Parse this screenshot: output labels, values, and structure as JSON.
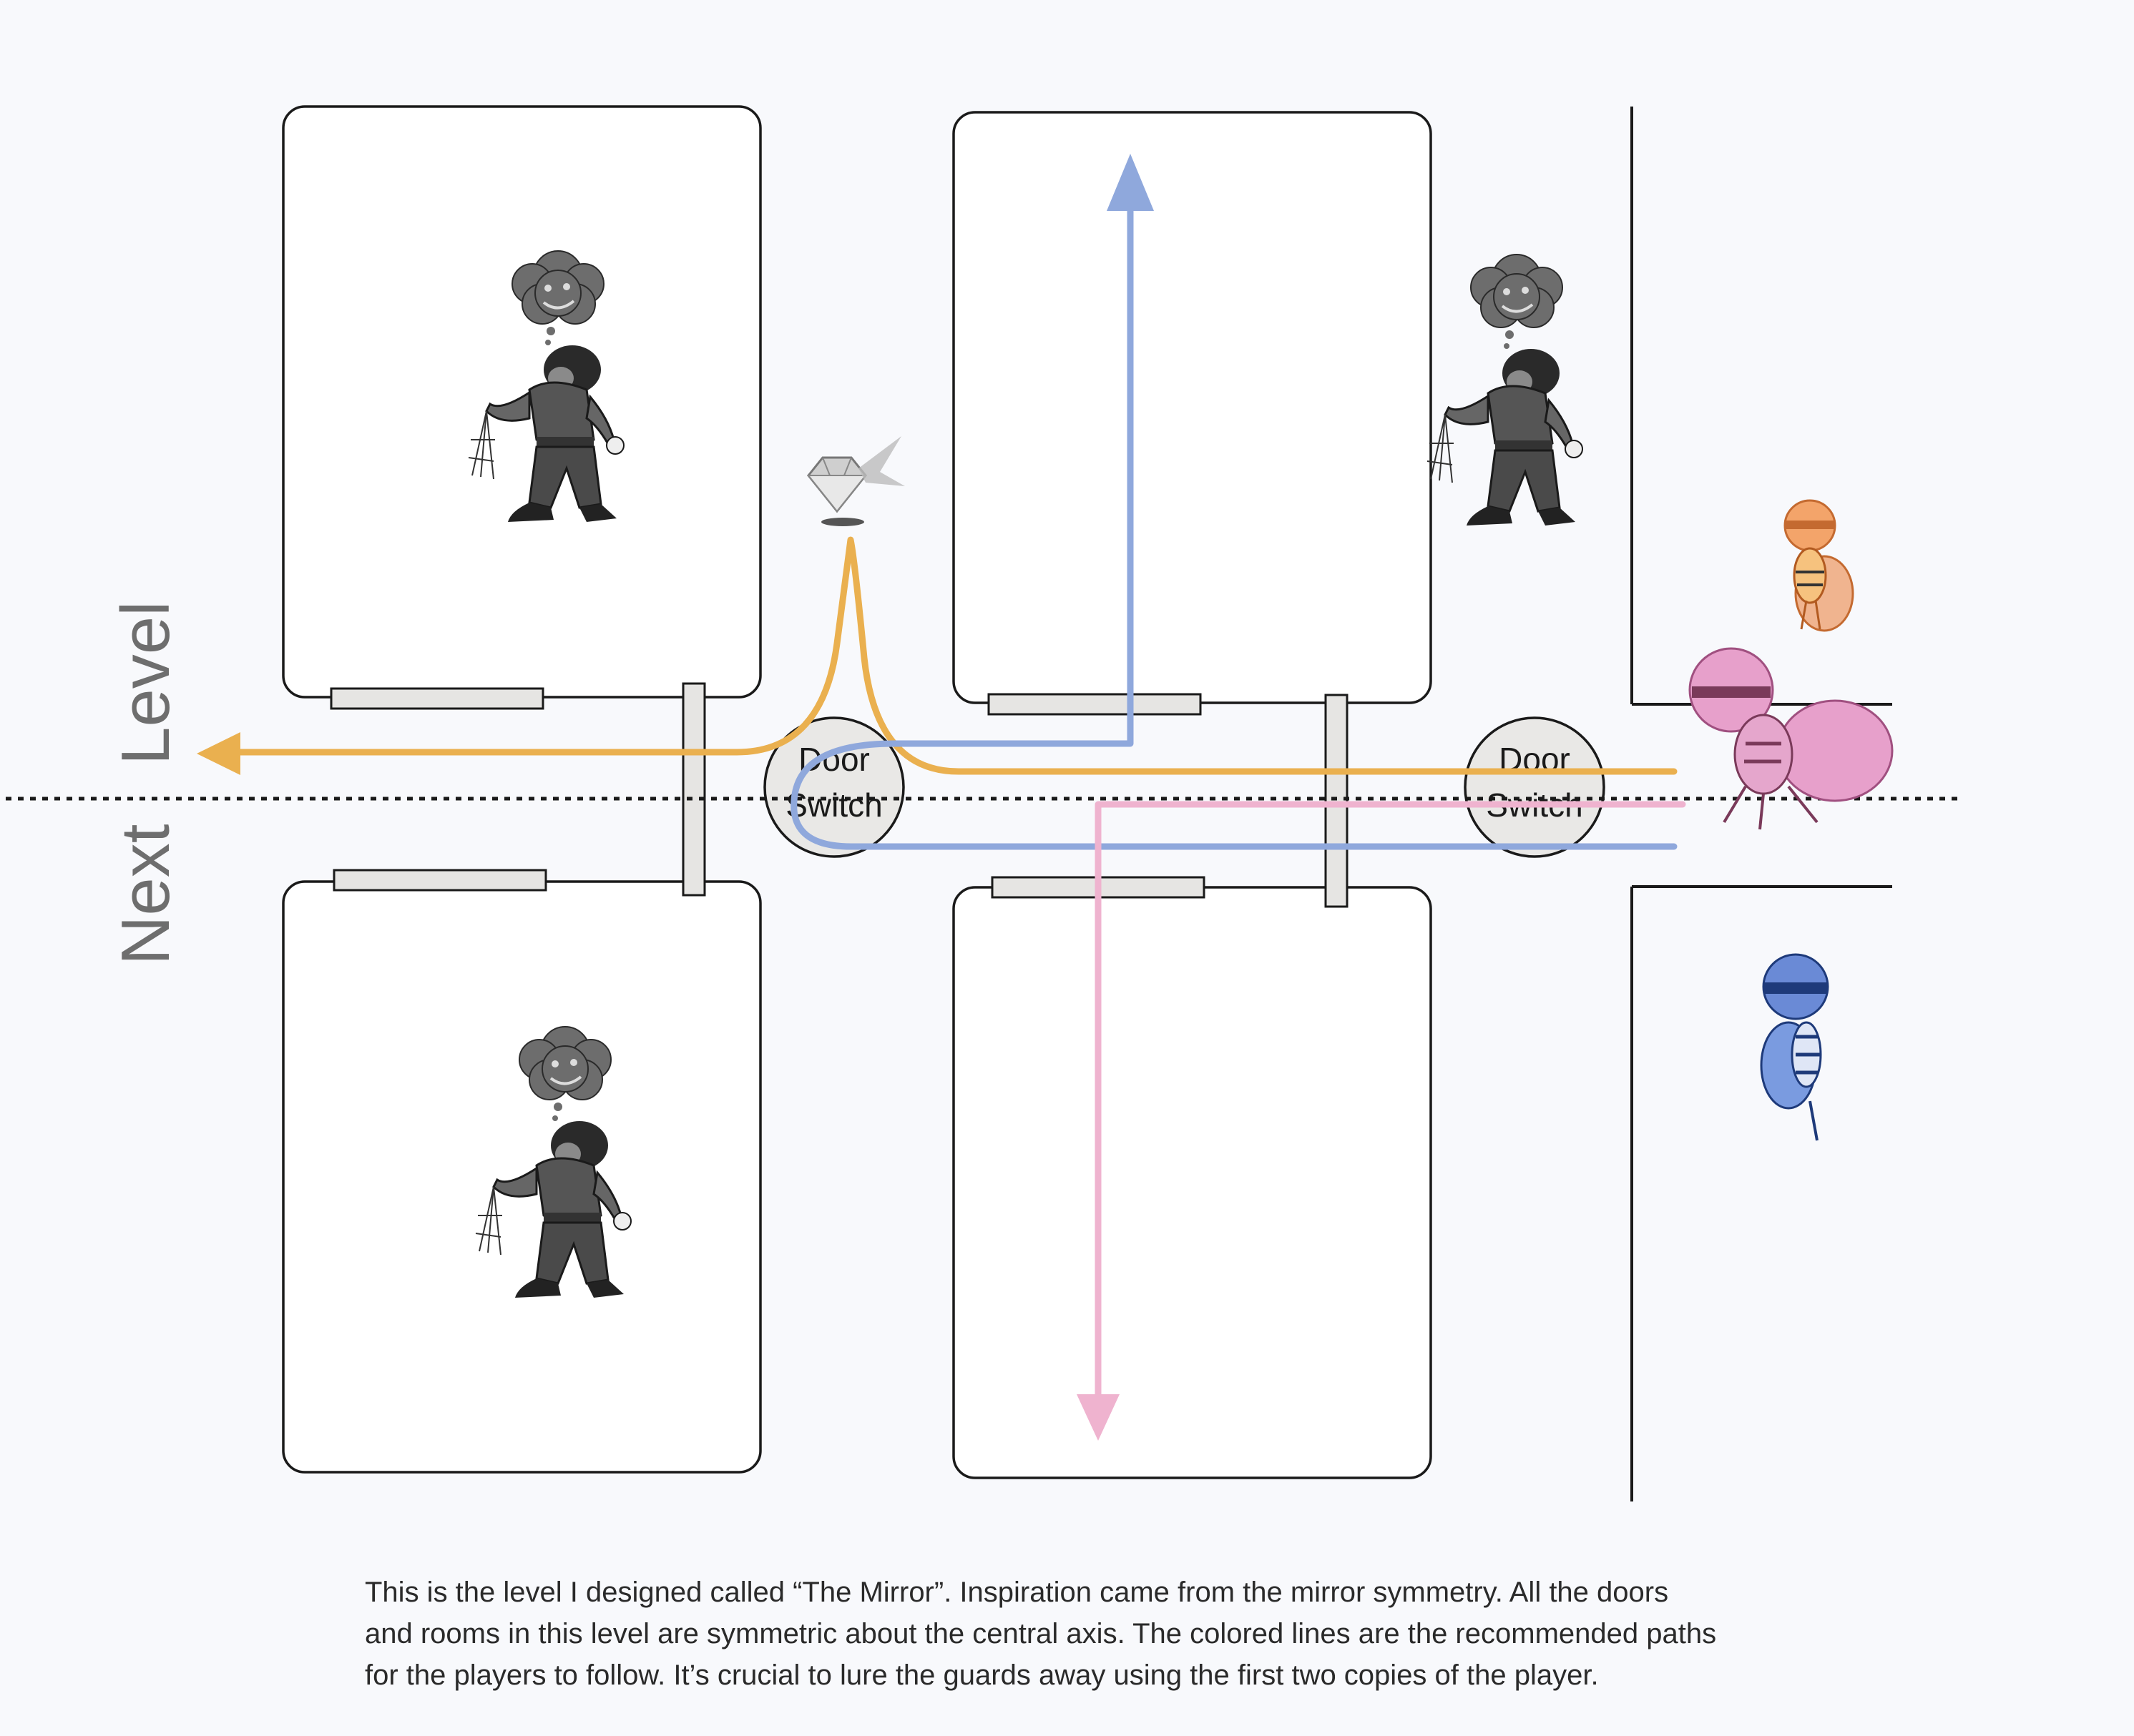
{
  "side_label": {
    "word1": "Next",
    "word2": "Level"
  },
  "switches": [
    {
      "line1": "Door",
      "line2": "Switch"
    },
    {
      "line1": "Door",
      "line2": "Switch"
    }
  ],
  "caption": {
    "lines": [
      "This is the level I designed called “The Mirror”. Inspiration came from the mirror symmetry. All the doors",
      "and rooms in this level are symmetric about the central axis. The colored lines are the recommended paths",
      "for the players to follow. It’s crucial to lure the guards away using the first two copies of the player."
    ]
  },
  "colors": {
    "orange_path": "#eab04f",
    "blue_path": "#8fa8dc",
    "pink_path": "#efb3cf",
    "room_stroke": "#1a1a1a",
    "door_fill": "#e6e5e3",
    "side_text": "#6e6e6e"
  },
  "icons": {
    "guards": [
      "guard-icon",
      "guard-icon",
      "guard-icon"
    ],
    "diamond": "diamond-icon",
    "players": [
      "orange-thief-icon",
      "pink-thief-icon",
      "blue-thief-icon"
    ]
  }
}
